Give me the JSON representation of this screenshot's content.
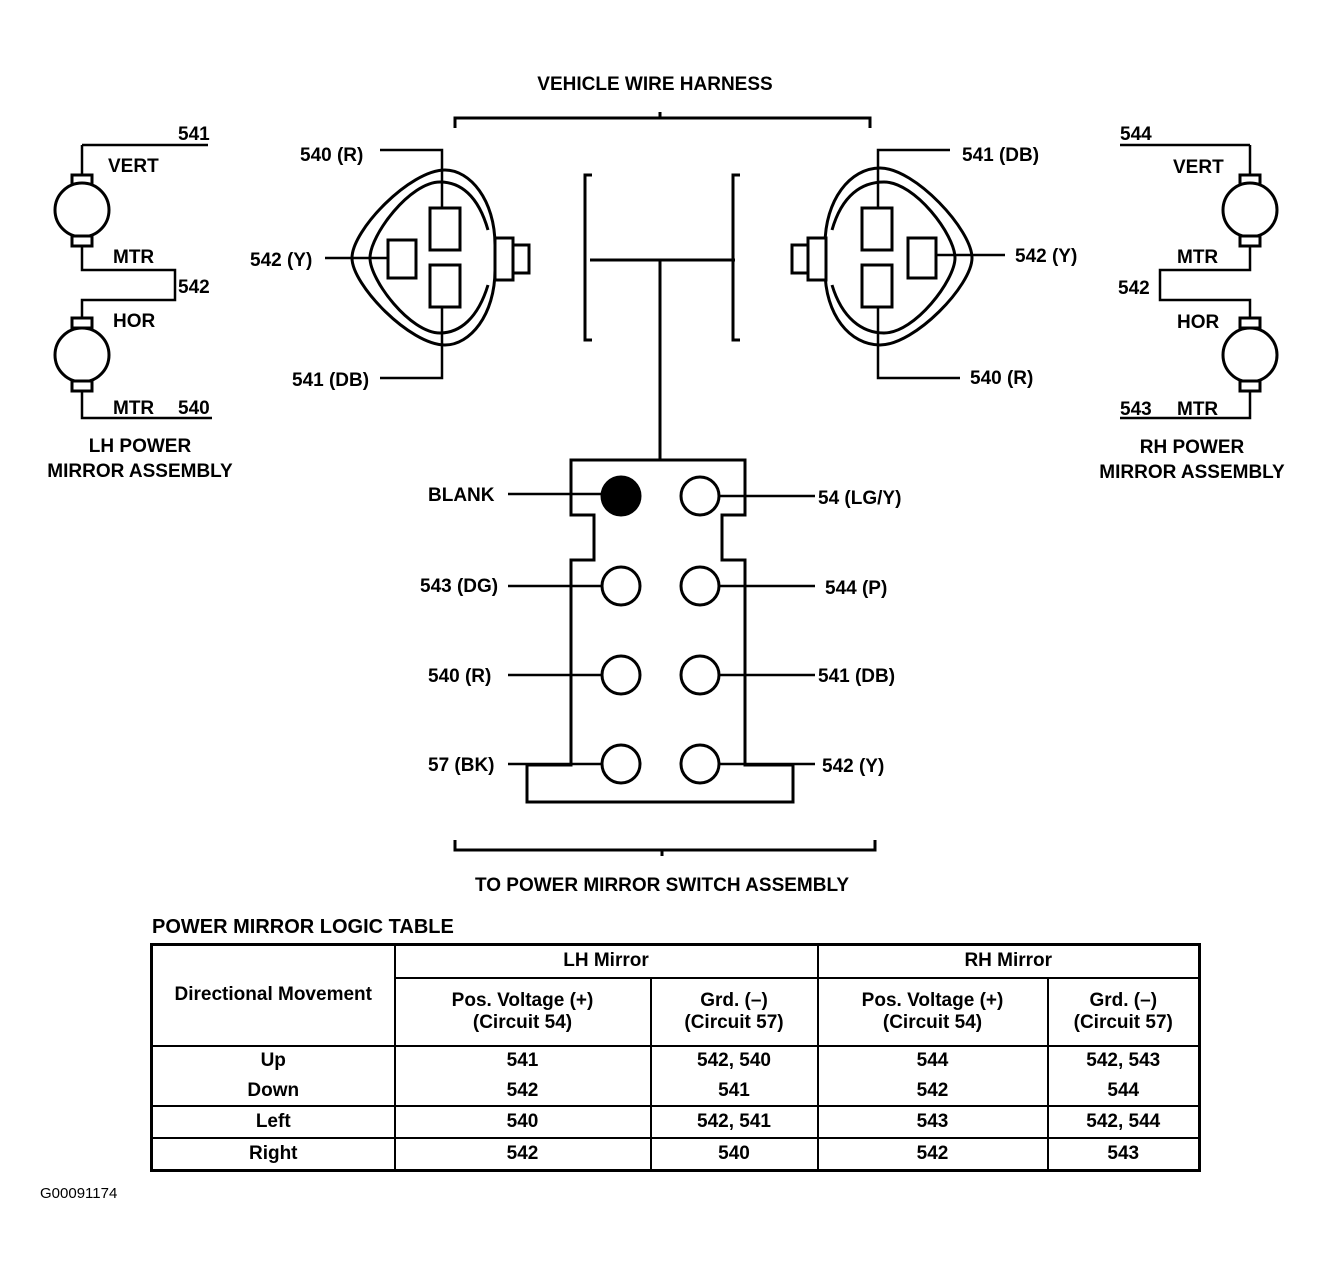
{
  "harness": {
    "title": "VEHICLE WIRE HARNESS",
    "bottom_caption": "TO POWER MIRROR SWITCH ASSEMBLY"
  },
  "lh_mirror": {
    "wire_top": "541",
    "vert": "VERT",
    "mtr_upper": "MTR",
    "wire_mid": "542",
    "hor": "HOR",
    "mtr_lower": "MTR",
    "wire_bottom": "540",
    "caption_line1": "LH POWER",
    "caption_line2": "MIRROR ASSEMBLY"
  },
  "rh_mirror": {
    "wire_top": "544",
    "vert": "VERT",
    "mtr_upper": "MTR",
    "wire_mid": "542",
    "hor": "HOR",
    "mtr_lower": "MTR",
    "wire_bottom": "543",
    "caption_line1": "RH POWER",
    "caption_line2": "MIRROR ASSEMBLY"
  },
  "lh_connector": {
    "top": "540 (R)",
    "middle": "542 (Y)",
    "bottom": "541 (DB)"
  },
  "rh_connector": {
    "top": "541 (DB)",
    "middle": "542 (Y)",
    "bottom": "540 (R)"
  },
  "switch_connector": {
    "left_pins": [
      "BLANK",
      "543 (DG)",
      "540 (R)",
      "57 (BK)"
    ],
    "right_pins": [
      "54 (LG/Y)",
      "544 (P)",
      "541 (DB)",
      "542 (Y)"
    ]
  },
  "logic_table": {
    "title": "POWER MIRROR LOGIC TABLE",
    "row_header": "Directional Movement",
    "groups": [
      "LH Mirror",
      "RH Mirror"
    ],
    "columns": [
      [
        "Pos. Voltage (+)",
        "(Circuit 54)"
      ],
      [
        "Grd. (–)",
        "(Circuit 57)"
      ],
      [
        "Pos. Voltage (+)",
        "(Circuit 54)"
      ],
      [
        "Grd. (–)",
        "(Circuit 57)"
      ]
    ],
    "rows": [
      {
        "movement": "Up",
        "cells": [
          "541",
          "542, 540",
          "544",
          "542, 543"
        ]
      },
      {
        "movement": "Down",
        "cells": [
          "542",
          "541",
          "542",
          "544"
        ]
      },
      {
        "movement": "Left",
        "cells": [
          "540",
          "542, 541",
          "543",
          "542, 544"
        ]
      },
      {
        "movement": "Right",
        "cells": [
          "542",
          "540",
          "542",
          "543"
        ]
      }
    ]
  },
  "figure_id": "G00091174"
}
